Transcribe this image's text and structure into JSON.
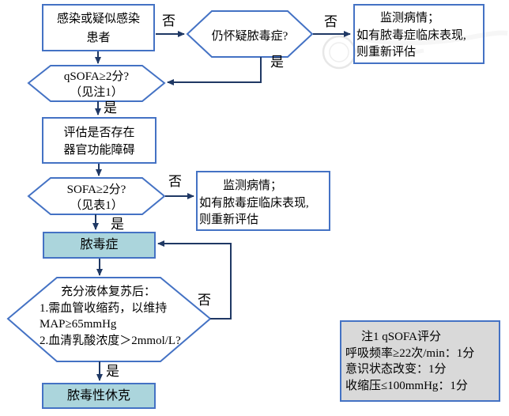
{
  "flow": {
    "nodes": {
      "infection": {
        "lines": [
          "感染或疑似感染",
          "患者"
        ]
      },
      "still_suspect": {
        "lines": [
          "仍怀疑脓毒症?"
        ]
      },
      "monitor_top": {
        "lines": [
          "监测病情；",
          "如有脓毒症临床表现,",
          "则重新评估"
        ]
      },
      "qsofa": {
        "lines": [
          "qSOFA≥2分?",
          "（见注1）"
        ]
      },
      "evaluate": {
        "lines": [
          "评估是否存在",
          "器官功能障碍"
        ]
      },
      "sofa": {
        "lines": [
          "SOFA≥2分?",
          "（见表1）"
        ]
      },
      "monitor_mid": {
        "lines": [
          "监测病情；",
          "如有脓毒症临床表现,",
          "则重新评估"
        ]
      },
      "sepsis": {
        "label": "脓毒症"
      },
      "fluid_resuscitation": {
        "lines": [
          "充分液体复苏后：",
          "1.需血管收缩药，以维持",
          "MAP≥65mmHg",
          "2.血清乳酸浓度＞2mmol/L?"
        ]
      },
      "septic_shock": {
        "label": "脓毒性休克"
      },
      "note": {
        "lines": [
          "注1 qSOFA评分",
          "呼吸频率≥22次/min：1分",
          "意识状态改变：1分",
          "收缩压≤100mmHg：1分"
        ]
      }
    },
    "edge_labels": {
      "no_1": "否",
      "no_2": "否",
      "yes_1": "是",
      "yes_2": "是",
      "no_3": "否",
      "yes_3": "是",
      "no_4": "否",
      "yes_4": "是"
    },
    "colors": {
      "box_border": "#4472C4",
      "connector": "#1F3864",
      "decision_fill": "#FFFFFF",
      "result_fill": "#ABD5DC",
      "note_fill": "#D9D9D9",
      "background": "#FFFFFF",
      "watermark": "#D4D4D4"
    }
  }
}
